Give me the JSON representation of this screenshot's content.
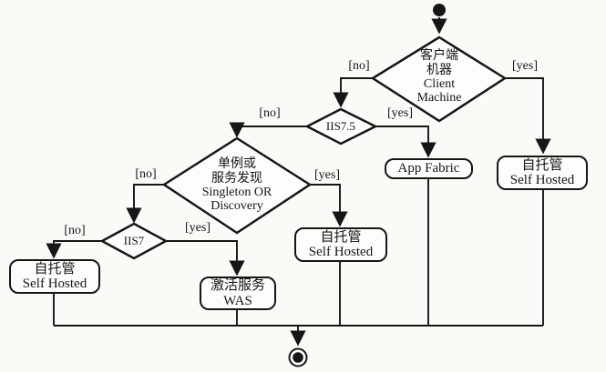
{
  "figure": {
    "type": "uml-activity-flowchart",
    "background": "#fafaf7",
    "line_color": "#161616"
  },
  "nodes": {
    "client_machine": {
      "shape": "decision",
      "lines": [
        "客户端",
        "机器",
        "Client",
        "Machine"
      ]
    },
    "iis75": {
      "shape": "decision",
      "lines": [
        "IIS7.5"
      ]
    },
    "singleton_or_discovery": {
      "shape": "decision",
      "lines": [
        "单例或",
        "服务发现",
        "Singleton OR",
        "Discovery"
      ]
    },
    "iis7": {
      "shape": "decision",
      "lines": [
        "IIS7"
      ]
    },
    "app_fabric": {
      "shape": "action",
      "lines": [
        "App Fabric"
      ]
    },
    "self_hosted_right": {
      "shape": "action",
      "lines": [
        "自托管",
        "Self Hosted"
      ]
    },
    "self_hosted_mid": {
      "shape": "action",
      "lines": [
        "自托管",
        "Self Hosted"
      ]
    },
    "was": {
      "shape": "action",
      "lines": [
        "激活服务",
        "WAS"
      ]
    },
    "self_hosted_left": {
      "shape": "action",
      "lines": [
        "自托管",
        "Self Hosted"
      ]
    }
  },
  "edge_labels": {
    "client_machine_no": "[no]",
    "client_machine_yes": "[yes]",
    "iis75_no": "[no]",
    "iis75_yes": "[yes]",
    "singleton_no": "[no]",
    "singleton_yes": "[yes]",
    "iis7_no": "[no]",
    "iis7_yes": "[yes]"
  }
}
